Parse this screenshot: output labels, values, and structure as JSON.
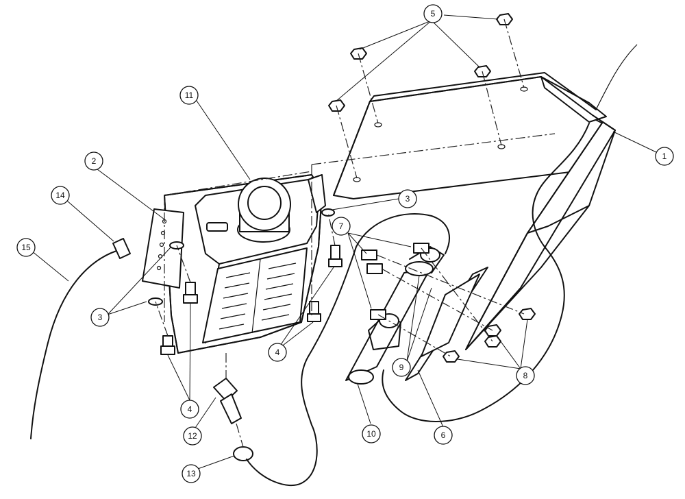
{
  "callouts": [
    {
      "id": "c1",
      "label": "1"
    },
    {
      "id": "c2",
      "label": "2"
    },
    {
      "id": "c3a",
      "label": "3"
    },
    {
      "id": "c3b",
      "label": "3"
    },
    {
      "id": "c4a",
      "label": "4"
    },
    {
      "id": "c4b",
      "label": "4"
    },
    {
      "id": "c5",
      "label": "5"
    },
    {
      "id": "c6",
      "label": "6"
    },
    {
      "id": "c7",
      "label": "7"
    },
    {
      "id": "c8",
      "label": "8"
    },
    {
      "id": "c9",
      "label": "9"
    },
    {
      "id": "c10",
      "label": "10"
    },
    {
      "id": "c11",
      "label": "11"
    },
    {
      "id": "c12",
      "label": "12"
    },
    {
      "id": "c13",
      "label": "13"
    },
    {
      "id": "c14",
      "label": "14"
    },
    {
      "id": "c15",
      "label": "15"
    }
  ]
}
